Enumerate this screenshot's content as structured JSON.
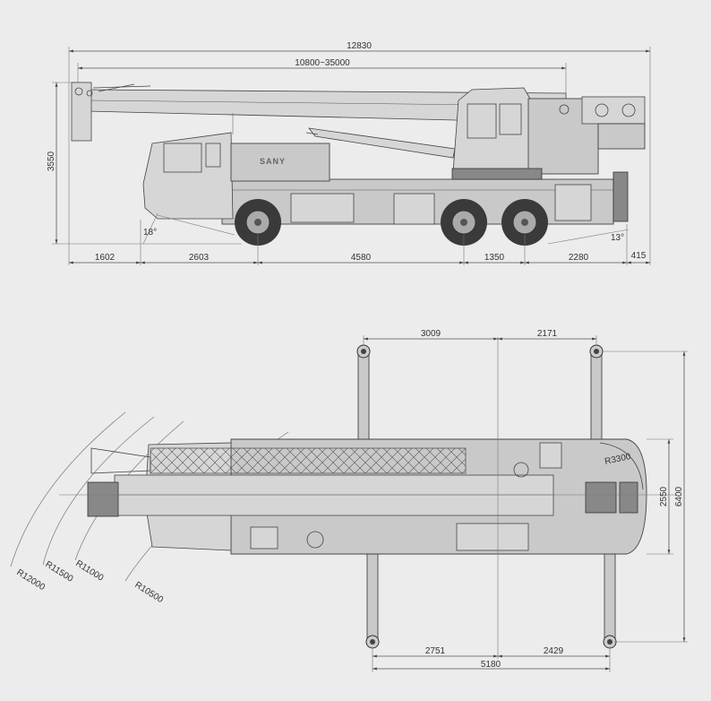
{
  "side_view": {
    "brand": "SANY",
    "overall_length": "12830",
    "boom_length": "10800~35000",
    "height": "3550",
    "front_overhang": "1602",
    "wheelbase_front": "2603",
    "wheelbase_mid": "4580",
    "wheelbase_rear": "1350",
    "rear_overhang": "2280",
    "rear_tail": "415",
    "approach_angle": "18°",
    "departure_angle": "13°"
  },
  "top_view": {
    "outrigger_front": "3009",
    "outrigger_rear": "2171",
    "outrigger_span_total": "6400",
    "body_width": "2550",
    "tail_radius": "R3300",
    "bottom_left": "2751",
    "bottom_right": "2429",
    "bottom_total": "5180",
    "radius_1": "R12000",
    "radius_2": "R11500",
    "radius_3": "R11000",
    "radius_4": "R10500"
  }
}
